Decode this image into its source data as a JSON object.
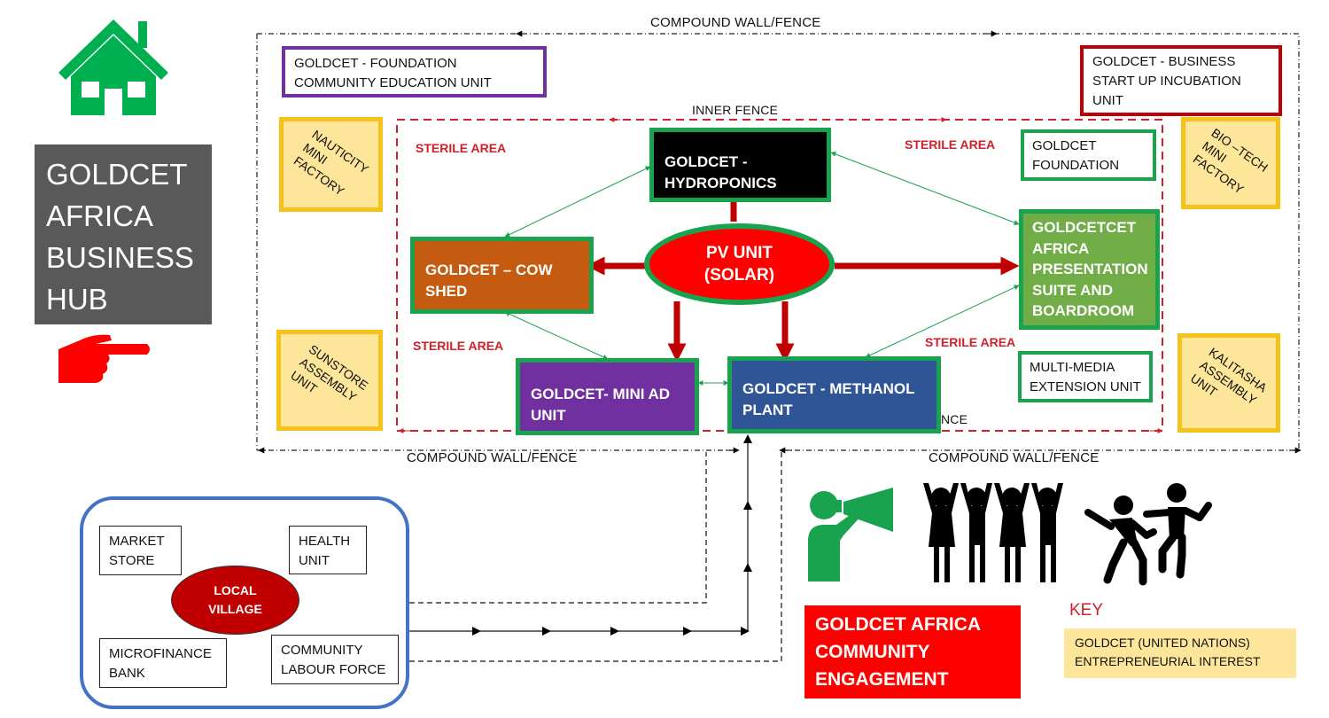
{
  "hub": {
    "title": "GOLDCET\nAFRICA\nBUSINESS\nHUB",
    "house_icon": "house-icon",
    "pointer_icon": "pointing-hand-icon"
  },
  "fences": {
    "compound_top": "COMPOUND WALL/FENCE",
    "compound_bottom_left": "COMPOUND WALL/FENCE",
    "compound_bottom_right": "COMPOUND WALL/FENCE",
    "inner_top": "INNER FENCE",
    "inner_bottom_fragment": "NCE"
  },
  "sterile_areas": [
    "STERILE AREA",
    "STERILE AREA",
    "STERILE AREA",
    "STERILE AREA"
  ],
  "outer_units": {
    "foundation_education": "GOLDCET - FOUNDATION\nCOMMUNITY EDUCATION UNIT",
    "business_incubation": "GOLDCET - BUSINESS\nSTART UP INCUBATION\nUNIT",
    "goldcet_foundation": "GOLDCET\nFOUNDATION",
    "multimedia": "MULTI-MEDIA\nEXTENSION UNIT"
  },
  "interest_units": {
    "nauticity": "NAUTICITY\nMINI\nFACTORY",
    "sunstore": "SUNSTORE\nASSEMBLY\nUNIT",
    "biotech": "BIO –TECH\nMINI\nFACTORY",
    "kalitasha": "KALITASHA\nASSEMBLY\nUNIT"
  },
  "core_units": {
    "hydroponics": "GOLDCET -\nHYDROPONICS",
    "cow_shed": "GOLDCET – COW\nSHED",
    "pv_unit": "PV UNIT\n(SOLAR)",
    "presentation": "GOLDCETCET\nAFRICA\nPRESENTATION\nSUITE AND\nBOARDROOM",
    "mini_ad": "GOLDCET- MINI AD\nUNIT",
    "methanol": "GOLDCET - METHANOL\nPLANT"
  },
  "village": {
    "center": "LOCAL\nVILLAGE",
    "market": "MARKET\nSTORE",
    "health": "HEALTH\nUNIT",
    "microfinance": "MICROFINANCE\nBANK",
    "labour": "COMMUNITY\nLABOUR FORCE"
  },
  "engagement": {
    "title": "GOLDCET AFRICA\nCOMMUNITY\nENGAGEMENT",
    "icons": [
      "megaphone-person-icon",
      "group-cheering-icon",
      "dancing-people-icon"
    ]
  },
  "key": {
    "title": "KEY",
    "entry": "GOLDCET (UNITED NATIONS)\nENTREPRENEURIAL INTEREST"
  },
  "colors": {
    "green": "#1aa34f",
    "red": "#ff0000",
    "dark_red": "#c00000",
    "purple": "#7030a0",
    "blue": "#2f5597",
    "orange": "#c55a11",
    "light_green": "#70ad47",
    "yellow_fill": "#fde59a",
    "yellow_border": "#f5c21b",
    "grey": "#595959"
  }
}
